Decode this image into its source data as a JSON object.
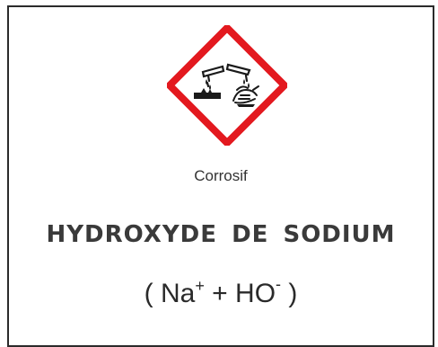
{
  "pictogram": {
    "icon": "corrosive-icon",
    "border_color": "#e3191f",
    "symbol_color": "#1a1a1a"
  },
  "hazard": {
    "label": "Corrosif"
  },
  "substance": {
    "name": "HYDROXYDE DE SODIUM",
    "formula": {
      "open": "( ",
      "cation": "Na",
      "cation_charge": "+",
      "plus": " + ",
      "anion": "HO",
      "anion_charge": "-",
      "close": " )"
    }
  }
}
